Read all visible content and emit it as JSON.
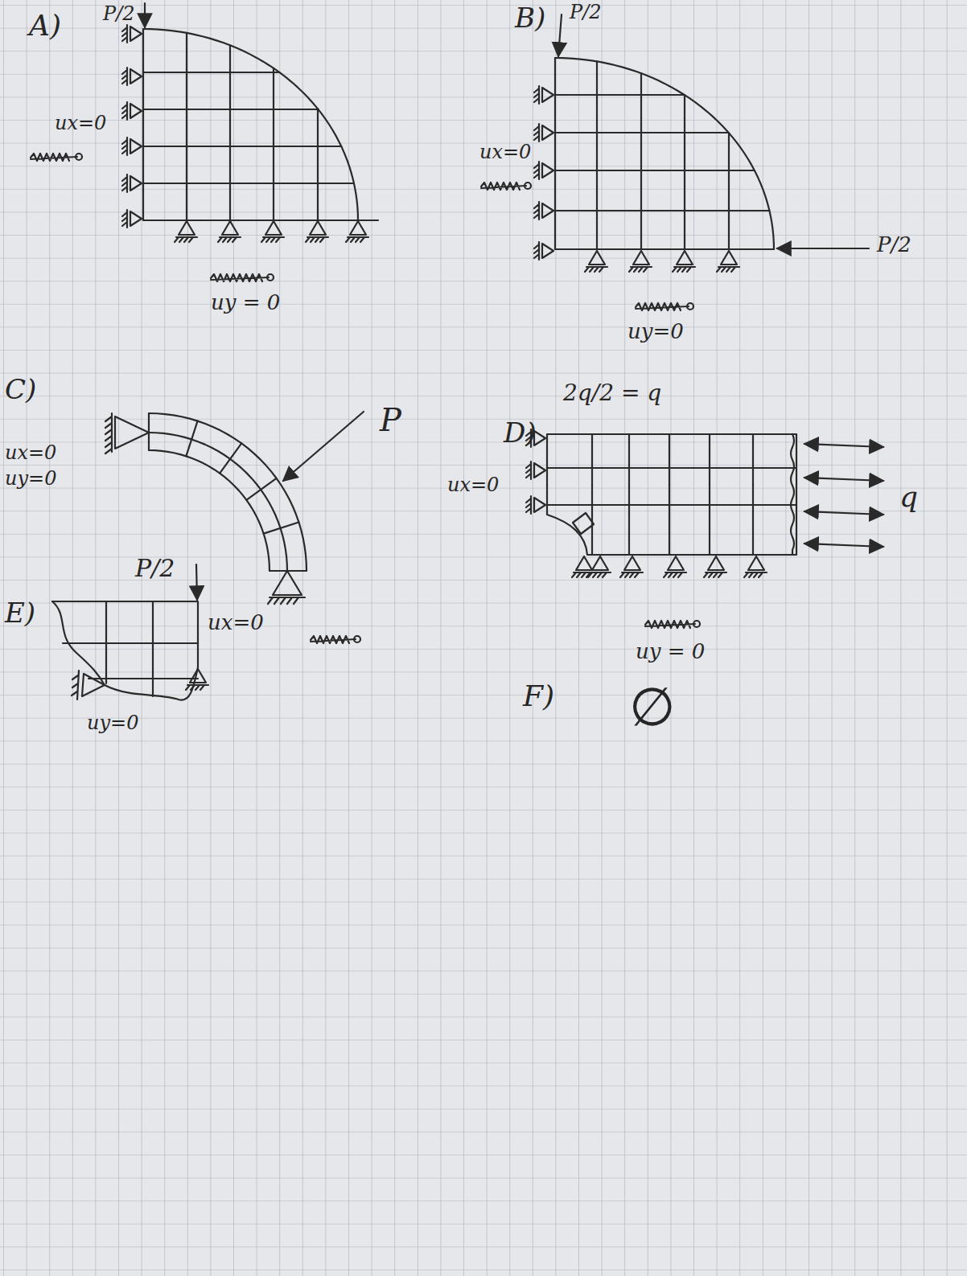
{
  "diagram": {
    "labels": [
      "A)",
      "P/2",
      "ux=0",
      "uy = 0",
      "B)",
      "P/2",
      "P/2",
      "ux=0",
      "uy=0",
      "C)",
      "ux=0",
      "uy=0",
      "P",
      "D)",
      "2q/2 = q",
      "ux=0",
      "q",
      "uy = 0",
      "E)",
      "P/2",
      "ux=0",
      "uy=0",
      "F)",
      "∅"
    ]
  }
}
